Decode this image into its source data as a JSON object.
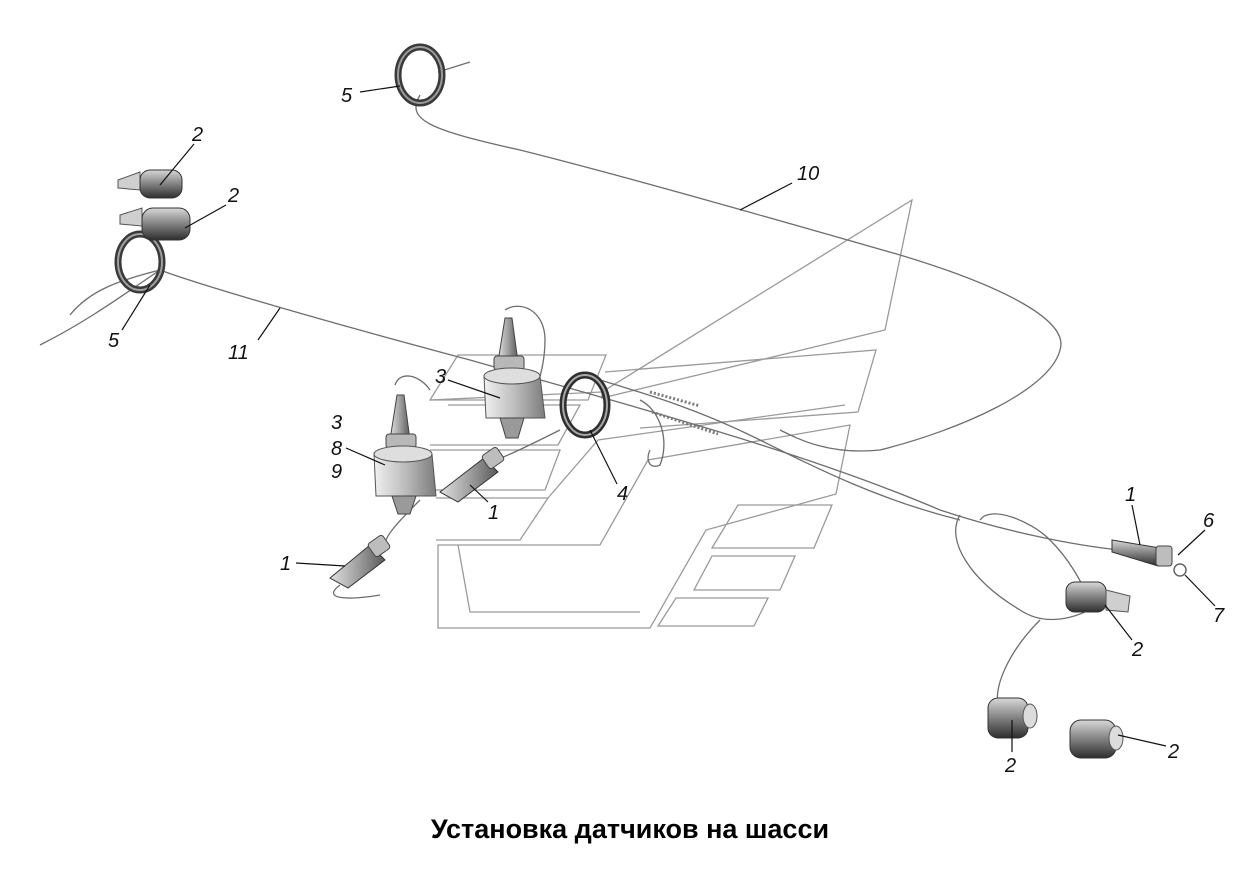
{
  "caption": "Установка датчиков на шасси",
  "callouts": {
    "c2a": "2",
    "c2b": "2",
    "c5a": "5",
    "c5b": "5",
    "c11": "11",
    "c10": "10",
    "c3a": "3",
    "c3b": "3",
    "c8": "8",
    "c9": "9",
    "c4": "4",
    "c1a": "1",
    "c1b": "1",
    "c1c": "1",
    "c6": "6",
    "c7": "7",
    "c2c": "2",
    "c2d": "2",
    "c2e": "2"
  },
  "colors": {
    "outline": "#9a9a9a",
    "part_fill": "#7a7a7a",
    "part_dark": "#3c3c3c",
    "part_light": "#cfcfcf",
    "wire": "#6e6e6e",
    "text": "#111111"
  }
}
